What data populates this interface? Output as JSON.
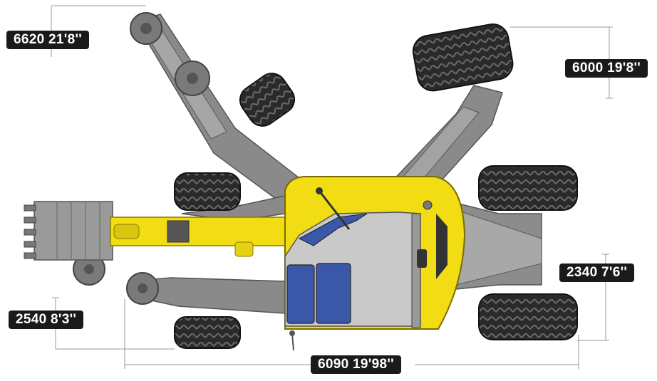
{
  "dimensions": {
    "top_left": "6620  21'8''",
    "right_top": "6000  19'8''",
    "right_bottom": "2340  7'6''",
    "left_bottom": "2540  8'3''",
    "bottom": "6090  19'98''"
  },
  "colors": {
    "body_yellow": "#f2dc14",
    "cab_blue": "#3b57a8",
    "cab_grey": "#c8c8c8",
    "frame_grey": "#8c8c8c",
    "tire_dark": "#262626",
    "label_bg": "#1a1a1a"
  }
}
